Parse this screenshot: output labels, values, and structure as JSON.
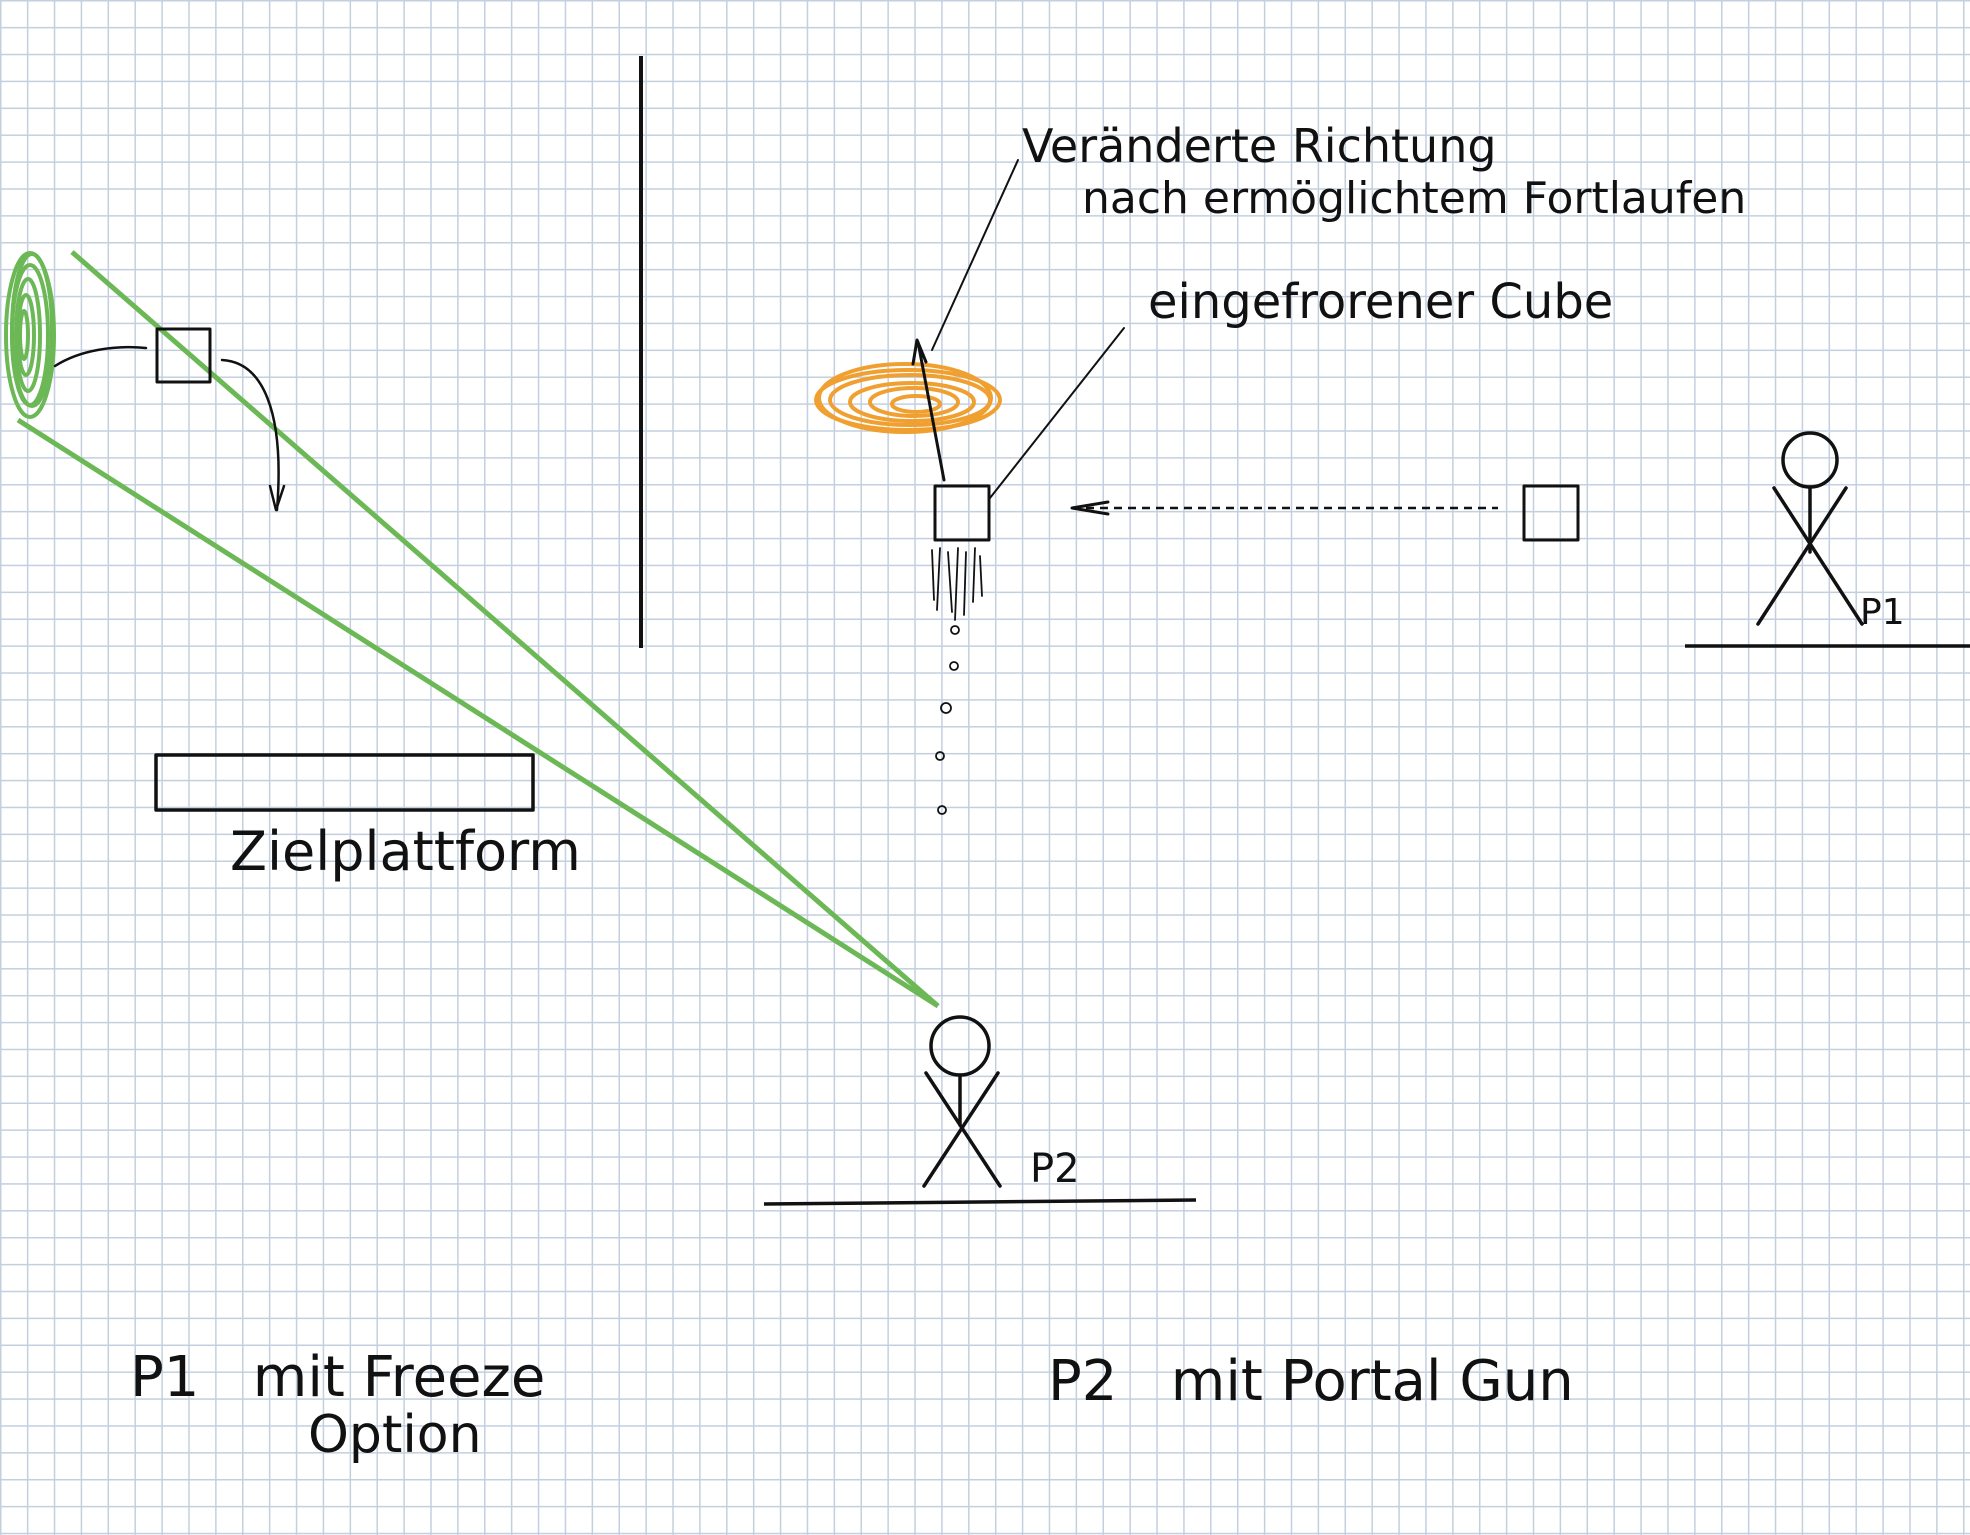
{
  "colors": {
    "ink": "#111111",
    "portal_green": "#6db856",
    "portal_orange": "#f0a030",
    "grid": "#c3cfdf"
  },
  "labels": {
    "annotation_direction_line1": "Veränderte Richtung",
    "annotation_direction_line2": "nach ermöglichtem Fortlaufen",
    "annotation_frozen_cube": "eingefrorener Cube",
    "target_platform": "Zielplattform",
    "player1_tag": "P1",
    "player2_tag": "P2",
    "caption_p1_line1": "P1   mit Freeze",
    "caption_p1_line2": "Option",
    "caption_p2": "P2   mit Portal Gun"
  }
}
